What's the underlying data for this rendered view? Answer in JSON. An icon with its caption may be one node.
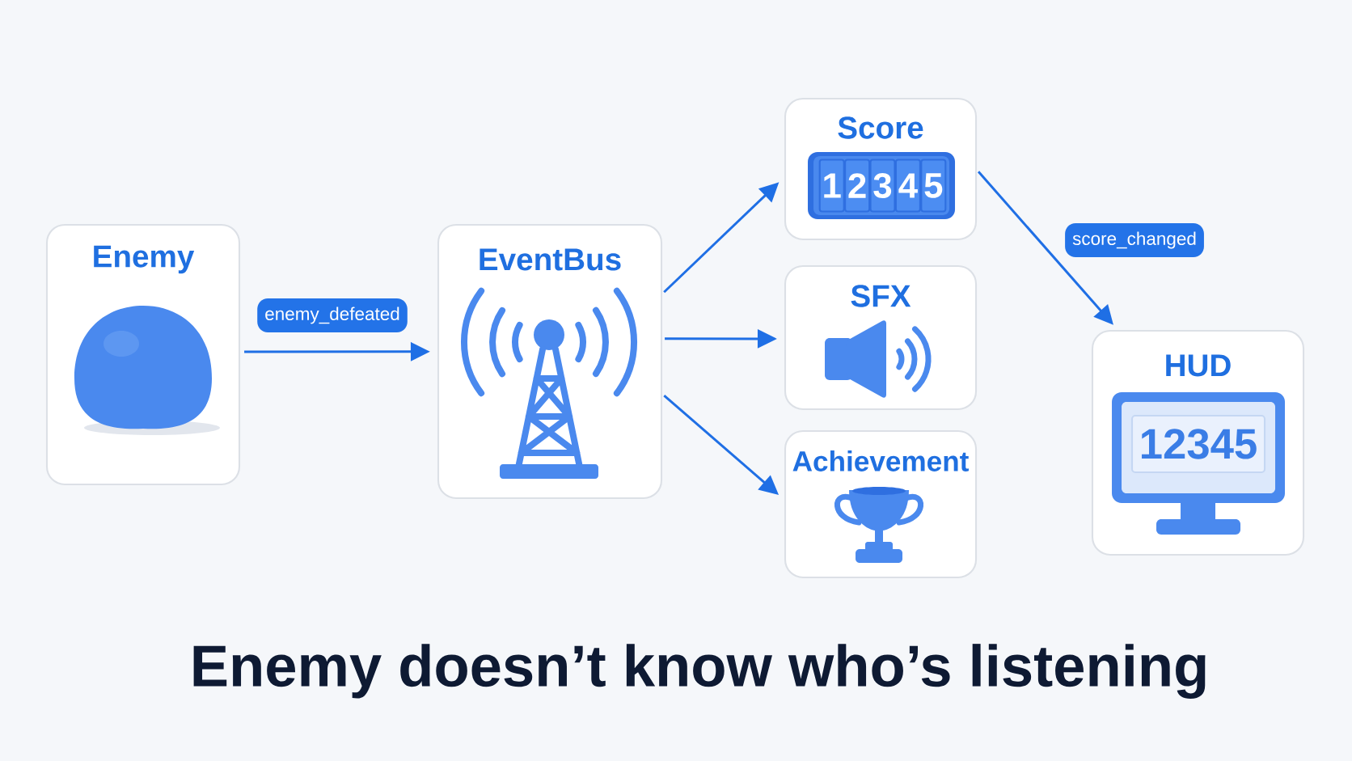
{
  "diagram": {
    "caption": "Enemy doesn’t know who’s listening",
    "nodes": [
      {
        "text": [
          "Enemy"
        ]
      },
      {
        "text": [
          "EventBus"
        ]
      },
      {
        "text": [
          "Score"
        ]
      },
      {
        "text": [
          "SFX"
        ]
      },
      {
        "text": [
          "Achievement"
        ]
      },
      {
        "text": [
          "HUD"
        ]
      }
    ],
    "edges": [
      {
        "from": 0,
        "to": 1,
        "arrow": "to",
        "label": "enemy_defeated"
      },
      {
        "from": 1,
        "to": 2,
        "arrow": "to"
      },
      {
        "from": 1,
        "to": 3,
        "arrow": "to"
      },
      {
        "from": 1,
        "to": 4,
        "arrow": "to"
      },
      {
        "from": 2,
        "to": 5,
        "arrow": "to",
        "label": "score_changed"
      }
    ],
    "labels": [
      "1",
      "2",
      "3",
      "4",
      "5",
      "12345"
    ]
  }
}
